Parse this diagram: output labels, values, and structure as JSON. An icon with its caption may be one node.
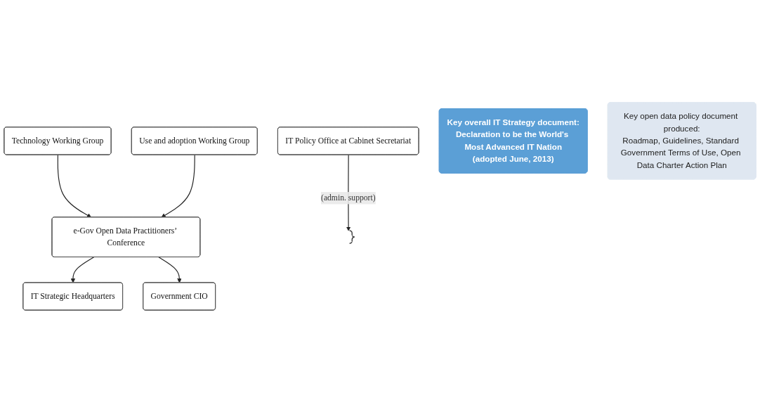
{
  "diagram": {
    "nodes": [
      {
        "text": [
          "IT Strategic Headquarters"
        ]
      },
      {
        "text": [
          "Government CIO"
        ]
      },
      {
        "text": [
          "e-Gov Open Data Practitioners’ Conference"
        ]
      },
      {
        "text": [
          "IT Policy Office at Cabinet Secretariat"
        ]
      },
      {
        "text": [
          "Technology Working Group"
        ]
      },
      {
        "text": [
          "Use and adoption Working Group"
        ]
      },
      {
        "text": [
          "Key overall IT Strategy document:",
          "Declaration to be the World's Most Advanced IT Nation",
          "(adopted June, 2013)"
        ]
      },
      {
        "text": [
          "Key open data policy document produced:",
          "Roadmap, Guidelines, Standard Government Terms of Use, Open Data Charter Action Plan"
        ]
      },
      {
        "text": [],
        "shape": "bracket"
      }
    ],
    "edges": [
      {
        "from": 2,
        "to": 0,
        "arrow": "to"
      },
      {
        "from": 2,
        "to": 1,
        "arrow": "to"
      },
      {
        "from": 3,
        "to": 8,
        "arrow": "to",
        "label": "(admin. support)"
      },
      {
        "from": 4,
        "to": 2,
        "arrow": "to"
      },
      {
        "from": 5,
        "to": 2,
        "arrow": "to"
      }
    ]
  }
}
